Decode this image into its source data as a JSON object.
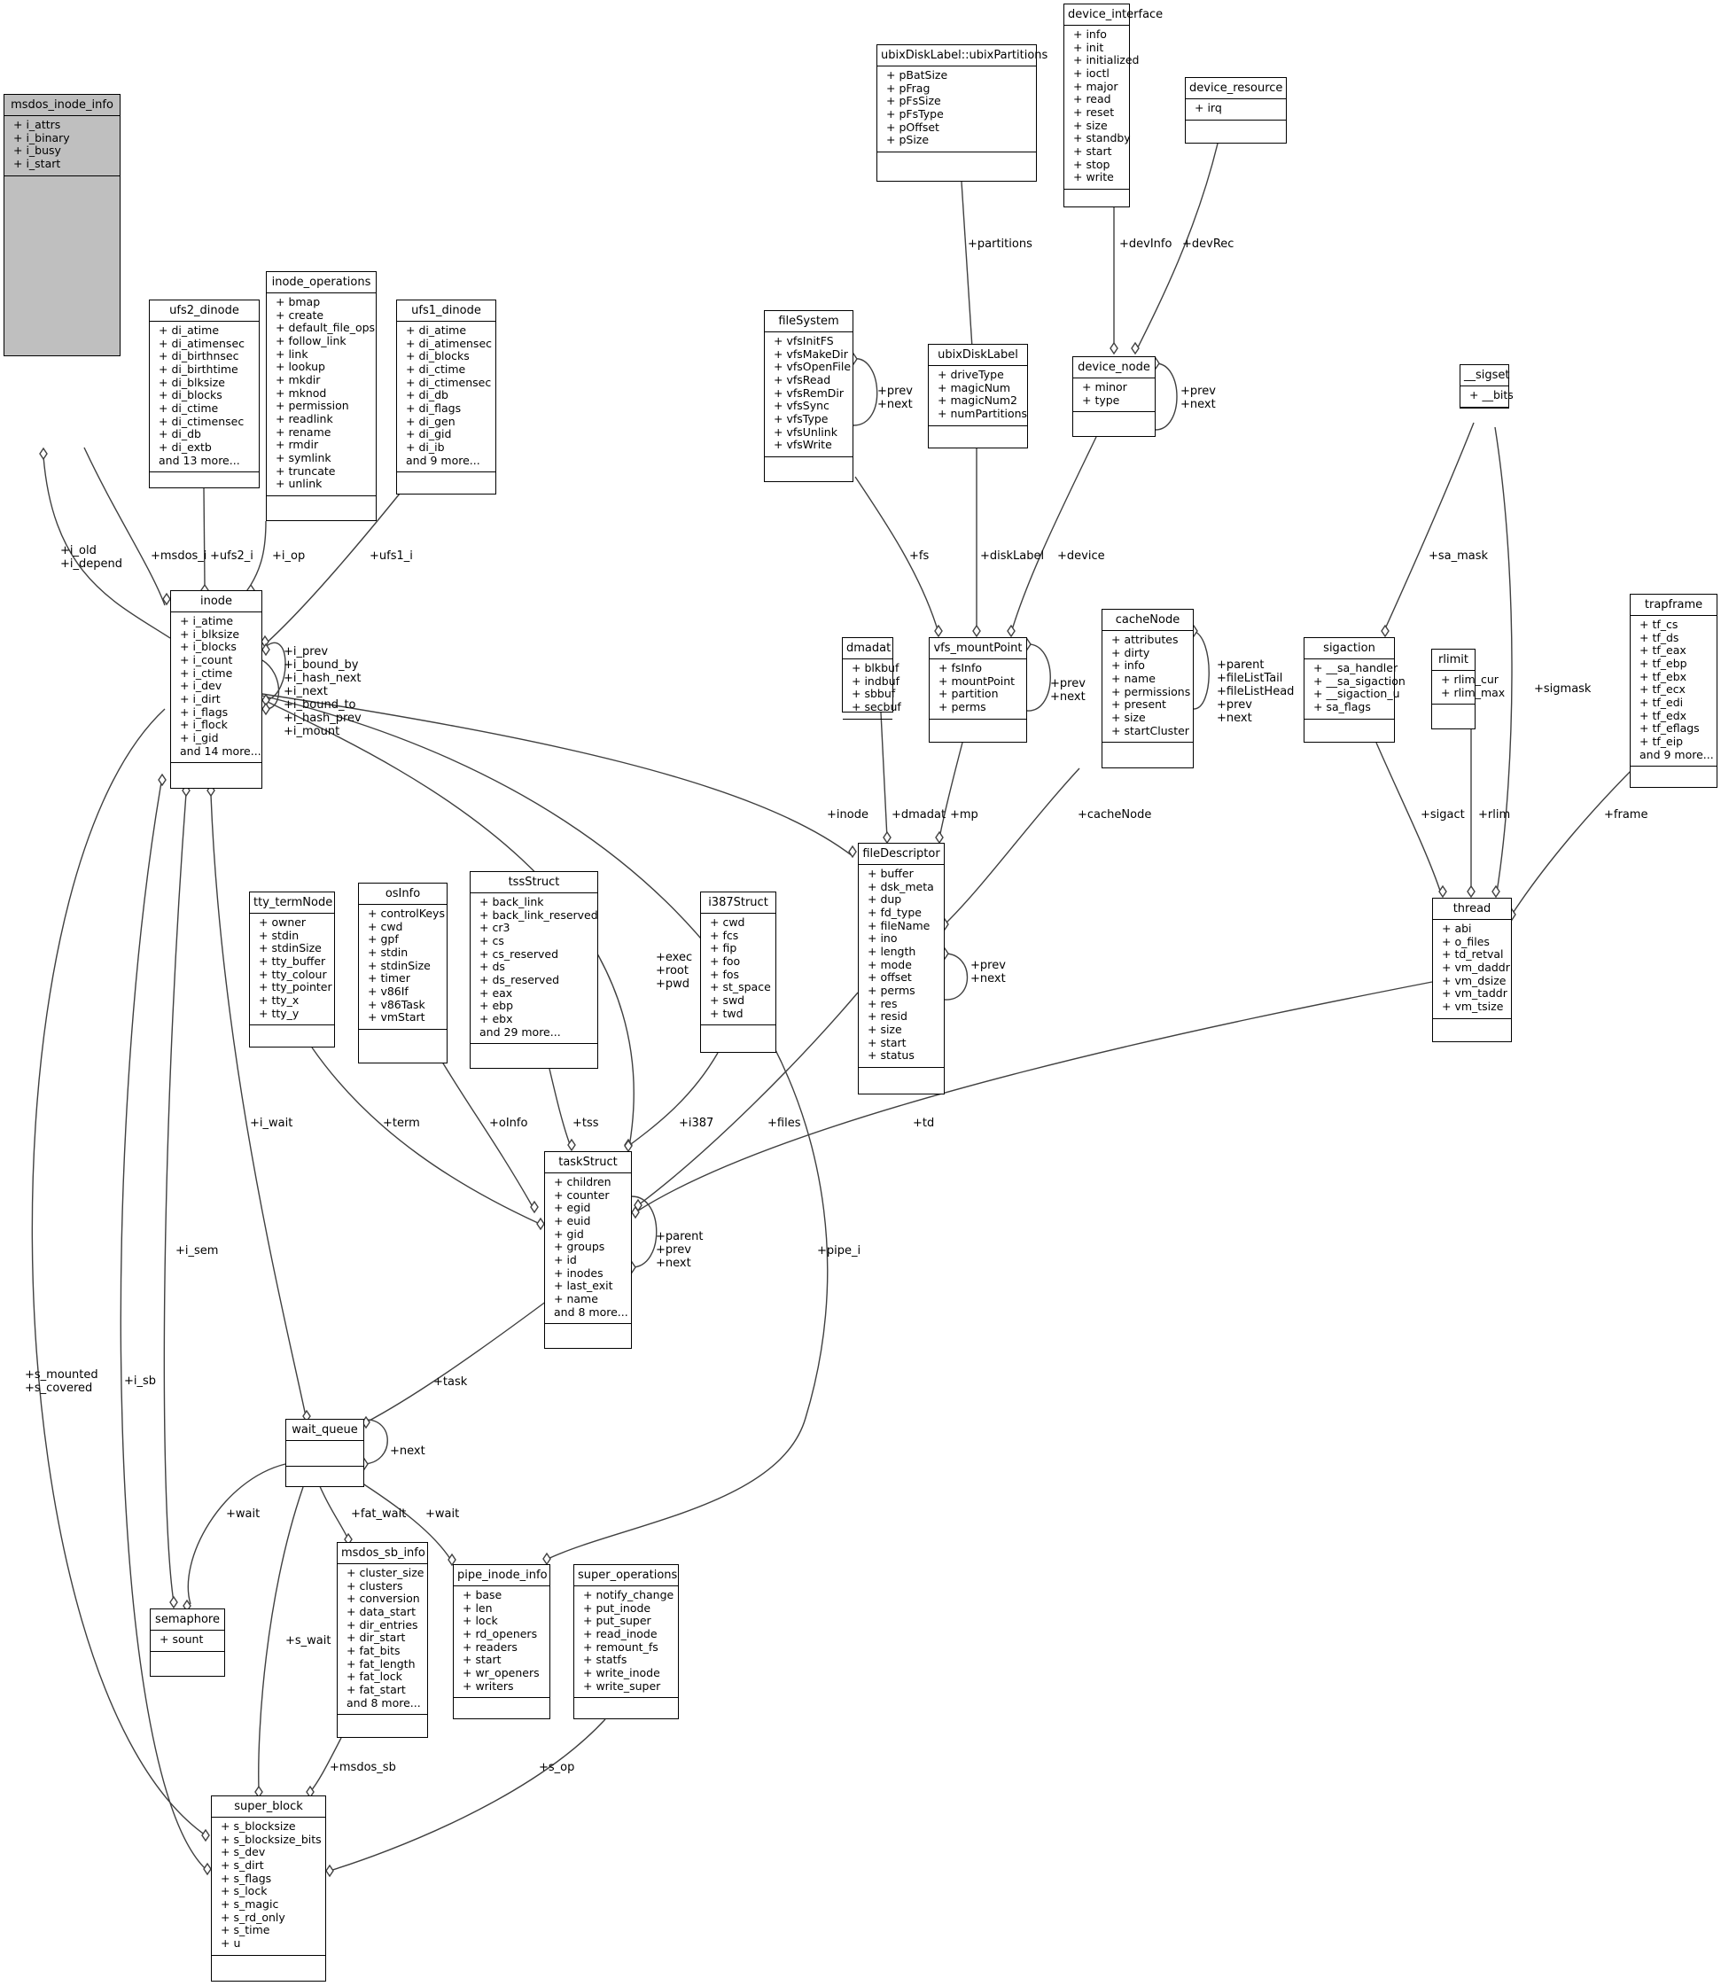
{
  "diagram_title": "",
  "classes": [
    {
      "id": "msdos_inode_info",
      "name": "msdos_inode_info",
      "highlight": true,
      "attrs": [
        "+ i_attrs",
        "+ i_binary",
        "+ i_busy",
        "+ i_start"
      ]
    },
    {
      "id": "ufs2_dinode",
      "name": "ufs2_dinode",
      "attrs": [
        "+ di_atime",
        "+ di_atimensec",
        "+ di_birthnsec",
        "+ di_birthtime",
        "+ di_blksize",
        "+ di_blocks",
        "+ di_ctime",
        "+ di_ctimensec",
        "+ di_db",
        "+ di_extb",
        "and 13 more..."
      ]
    },
    {
      "id": "inode_operations",
      "name": "inode_operations",
      "attrs": [
        "+ bmap",
        "+ create",
        "+ default_file_ops",
        "+ follow_link",
        "+ link",
        "+ lookup",
        "+ mkdir",
        "+ mknod",
        "+ permission",
        "+ readlink",
        "+ rename",
        "+ rmdir",
        "+ symlink",
        "+ truncate",
        "+ unlink"
      ]
    },
    {
      "id": "ufs1_dinode",
      "name": "ufs1_dinode",
      "attrs": [
        "+ di_atime",
        "+ di_atimensec",
        "+ di_blocks",
        "+ di_ctime",
        "+ di_ctimensec",
        "+ di_db",
        "+ di_flags",
        "+ di_gen",
        "+ di_gid",
        "+ di_ib",
        "and 9 more..."
      ]
    },
    {
      "id": "inode",
      "name": "inode",
      "attrs": [
        "+ i_atime",
        "+ i_blksize",
        "+ i_blocks",
        "+ i_count",
        "+ i_ctime",
        "+ i_dev",
        "+ i_dirt",
        "+ i_flags",
        "+ i_flock",
        "+ i_gid",
        "and 14 more..."
      ]
    },
    {
      "id": "ubixPartitions",
      "name": "ubixDiskLabel::ubixPartitions",
      "attrs": [
        "+ pBatSize",
        "+ pFrag",
        "+ pFsSize",
        "+ pFsType",
        "+ pOffset",
        "+ pSize"
      ]
    },
    {
      "id": "device_interface",
      "name": "device_interface",
      "attrs": [
        "+ info",
        "+ init",
        "+ initialized",
        "+ ioctl",
        "+ major",
        "+ read",
        "+ reset",
        "+ size",
        "+ standby",
        "+ start",
        "+ stop",
        "+ write"
      ]
    },
    {
      "id": "device_resource",
      "name": "device_resource",
      "attrs": [
        "+ irq"
      ]
    },
    {
      "id": "fileSystem",
      "name": "fileSystem",
      "attrs": [
        "+ vfsInitFS",
        "+ vfsMakeDir",
        "+ vfsOpenFile",
        "+ vfsRead",
        "+ vfsRemDir",
        "+ vfsSync",
        "+ vfsType",
        "+ vfsUnlink",
        "+ vfsWrite"
      ]
    },
    {
      "id": "ubixDiskLabel",
      "name": "ubixDiskLabel",
      "attrs": [
        "+ driveType",
        "+ magicNum",
        "+ magicNum2",
        "+ numPartitions"
      ]
    },
    {
      "id": "device_node",
      "name": "device_node",
      "attrs": [
        "+ minor",
        "+ type"
      ]
    },
    {
      "id": "sigset",
      "name": "__sigset",
      "attrs": [
        "+ __bits"
      ]
    },
    {
      "id": "dmadat",
      "name": "dmadat",
      "attrs": [
        "+ blkbuf",
        "+ indbuf",
        "+ sbbuf",
        "+ secbuf"
      ]
    },
    {
      "id": "vfs_mountPoint",
      "name": "vfs_mountPoint",
      "attrs": [
        "+ fsInfo",
        "+ mountPoint",
        "+ partition",
        "+ perms"
      ]
    },
    {
      "id": "cacheNode",
      "name": "cacheNode",
      "attrs": [
        "+ attributes",
        "+ dirty",
        "+ info",
        "+ name",
        "+ permissions",
        "+ present",
        "+ size",
        "+ startCluster"
      ]
    },
    {
      "id": "sigaction",
      "name": "sigaction",
      "attrs": [
        "+ __sa_handler",
        "+ __sa_sigaction",
        "+ __sigaction_u",
        "+ sa_flags"
      ]
    },
    {
      "id": "rlimit",
      "name": "rlimit",
      "attrs": [
        "+ rlim_cur",
        "+ rlim_max"
      ]
    },
    {
      "id": "trapframe",
      "name": "trapframe",
      "attrs": [
        "+ tf_cs",
        "+ tf_ds",
        "+ tf_eax",
        "+ tf_ebp",
        "+ tf_ebx",
        "+ tf_ecx",
        "+ tf_edi",
        "+ tf_edx",
        "+ tf_eflags",
        "+ tf_eip",
        "and 9 more..."
      ]
    },
    {
      "id": "fileDescriptor",
      "name": "fileDescriptor",
      "attrs": [
        "+ buffer",
        "+ dsk_meta",
        "+ dup",
        "+ fd_type",
        "+ fileName",
        "+ ino",
        "+ length",
        "+ mode",
        "+ offset",
        "+ perms",
        "+ res",
        "+ resid",
        "+ size",
        "+ start",
        "+ status"
      ]
    },
    {
      "id": "thread",
      "name": "thread",
      "attrs": [
        "+ abi",
        "+ o_files",
        "+ td_retval",
        "+ vm_daddr",
        "+ vm_dsize",
        "+ vm_taddr",
        "+ vm_tsize"
      ]
    },
    {
      "id": "tty_termNode",
      "name": "tty_termNode",
      "attrs": [
        "+ owner",
        "+ stdin",
        "+ stdinSize",
        "+ tty_buffer",
        "+ tty_colour",
        "+ tty_pointer",
        "+ tty_x",
        "+ tty_y"
      ]
    },
    {
      "id": "osInfo",
      "name": "osInfo",
      "attrs": [
        "+ controlKeys",
        "+ cwd",
        "+ gpf",
        "+ stdin",
        "+ stdinSize",
        "+ timer",
        "+ v86If",
        "+ v86Task",
        "+ vmStart"
      ]
    },
    {
      "id": "tssStruct",
      "name": "tssStruct",
      "attrs": [
        "+ back_link",
        "+ back_link_reserved",
        "+ cr3",
        "+ cs",
        "+ cs_reserved",
        "+ ds",
        "+ ds_reserved",
        "+ eax",
        "+ ebp",
        "+ ebx",
        "and 29 more..."
      ]
    },
    {
      "id": "i387Struct",
      "name": "i387Struct",
      "attrs": [
        "+ cwd",
        "+ fcs",
        "+ fip",
        "+ foo",
        "+ fos",
        "+ st_space",
        "+ swd",
        "+ twd"
      ]
    },
    {
      "id": "taskStruct",
      "name": "taskStruct",
      "attrs": [
        "+ children",
        "+ counter",
        "+ egid",
        "+ euid",
        "+ gid",
        "+ groups",
        "+ id",
        "+ inodes",
        "+ last_exit",
        "+ name",
        "and 8 more..."
      ]
    },
    {
      "id": "wait_queue",
      "name": "wait_queue",
      "attrs": []
    },
    {
      "id": "semaphore",
      "name": "semaphore",
      "attrs": [
        "+ sount"
      ]
    },
    {
      "id": "msdos_sb_info",
      "name": "msdos_sb_info",
      "attrs": [
        "+ cluster_size",
        "+ clusters",
        "+ conversion",
        "+ data_start",
        "+ dir_entries",
        "+ dir_start",
        "+ fat_bits",
        "+ fat_length",
        "+ fat_lock",
        "+ fat_start",
        "and 8 more..."
      ]
    },
    {
      "id": "pipe_inode_info",
      "name": "pipe_inode_info",
      "attrs": [
        "+ base",
        "+ len",
        "+ lock",
        "+ rd_openers",
        "+ readers",
        "+ start",
        "+ wr_openers",
        "+ writers"
      ]
    },
    {
      "id": "super_operations",
      "name": "super_operations",
      "attrs": [
        "+ notify_change",
        "+ put_inode",
        "+ put_super",
        "+ read_inode",
        "+ remount_fs",
        "+ statfs",
        "+ write_inode",
        "+ write_super"
      ]
    },
    {
      "id": "super_block",
      "name": "super_block",
      "attrs": [
        "+ s_blocksize",
        "+ s_blocksize_bits",
        "+ s_dev",
        "+ s_dirt",
        "+ s_flags",
        "+ s_lock",
        "+ s_magic",
        "+ s_rd_only",
        "+ s_time",
        "+ u"
      ]
    }
  ],
  "edge_labels": [
    {
      "id": "l_iold",
      "text": "+i_old\n+i_depend"
    },
    {
      "id": "l_msdos_i",
      "text": "+msdos_i"
    },
    {
      "id": "l_ufs2_i",
      "text": "+ufs2_i"
    },
    {
      "id": "l_i_op",
      "text": "+i_op"
    },
    {
      "id": "l_ufs1_i",
      "text": "+ufs1_i"
    },
    {
      "id": "l_inode_self",
      "text": "+i_prev\n+i_bound_by\n+i_hash_next\n+i_next\n+i_bound_to\n+i_hash_prev\n+i_mount"
    },
    {
      "id": "l_partitions",
      "text": "+partitions"
    },
    {
      "id": "l_devInfo",
      "text": "+devInfo"
    },
    {
      "id": "l_devRec",
      "text": "+devRec"
    },
    {
      "id": "l_fs_self",
      "text": "+prev\n+next"
    },
    {
      "id": "l_devnode_self",
      "text": "+prev\n+next"
    },
    {
      "id": "l_fs",
      "text": "+fs"
    },
    {
      "id": "l_diskLabel",
      "text": "+diskLabel"
    },
    {
      "id": "l_device",
      "text": "+device"
    },
    {
      "id": "l_sa_mask",
      "text": "+sa_mask"
    },
    {
      "id": "l_vfs_self",
      "text": "+prev\n+next"
    },
    {
      "id": "l_cache_self",
      "text": "+parent\n+fileListTail\n+fileListHead\n+prev\n+next"
    },
    {
      "id": "l_sigmask",
      "text": "+sigmask"
    },
    {
      "id": "l_inode_fd",
      "text": "+inode"
    },
    {
      "id": "l_dmadat",
      "text": "+dmadat"
    },
    {
      "id": "l_mp",
      "text": "+mp"
    },
    {
      "id": "l_cacheNode",
      "text": "+cacheNode"
    },
    {
      "id": "l_sigact",
      "text": "+sigact"
    },
    {
      "id": "l_rlim",
      "text": "+rlim"
    },
    {
      "id": "l_frame",
      "text": "+frame"
    },
    {
      "id": "l_exec",
      "text": "+exec\n+root\n+pwd"
    },
    {
      "id": "l_fd_self",
      "text": "+prev\n+next"
    },
    {
      "id": "l_i_wait",
      "text": "+i_wait"
    },
    {
      "id": "l_term",
      "text": "+term"
    },
    {
      "id": "l_oInfo",
      "text": "+oInfo"
    },
    {
      "id": "l_tss",
      "text": "+tss"
    },
    {
      "id": "l_i387",
      "text": "+i387"
    },
    {
      "id": "l_files",
      "text": "+files"
    },
    {
      "id": "l_td",
      "text": "+td"
    },
    {
      "id": "l_task_self",
      "text": "+parent\n+prev\n+next"
    },
    {
      "id": "l_i_sem",
      "text": "+i_sem"
    },
    {
      "id": "l_pipe_i",
      "text": "+pipe_i"
    },
    {
      "id": "l_s_mounted",
      "text": "+s_mounted\n+s_covered"
    },
    {
      "id": "l_i_sb",
      "text": "+i_sb"
    },
    {
      "id": "l_task",
      "text": "+task"
    },
    {
      "id": "l_wq_self",
      "text": "+next"
    },
    {
      "id": "l_wait",
      "text": "+wait"
    },
    {
      "id": "l_fat_wait",
      "text": "+fat_wait"
    },
    {
      "id": "l_wait2",
      "text": "+wait"
    },
    {
      "id": "l_s_wait",
      "text": "+s_wait"
    },
    {
      "id": "l_msdos_sb",
      "text": "+msdos_sb"
    },
    {
      "id": "l_s_op",
      "text": "+s_op"
    }
  ]
}
